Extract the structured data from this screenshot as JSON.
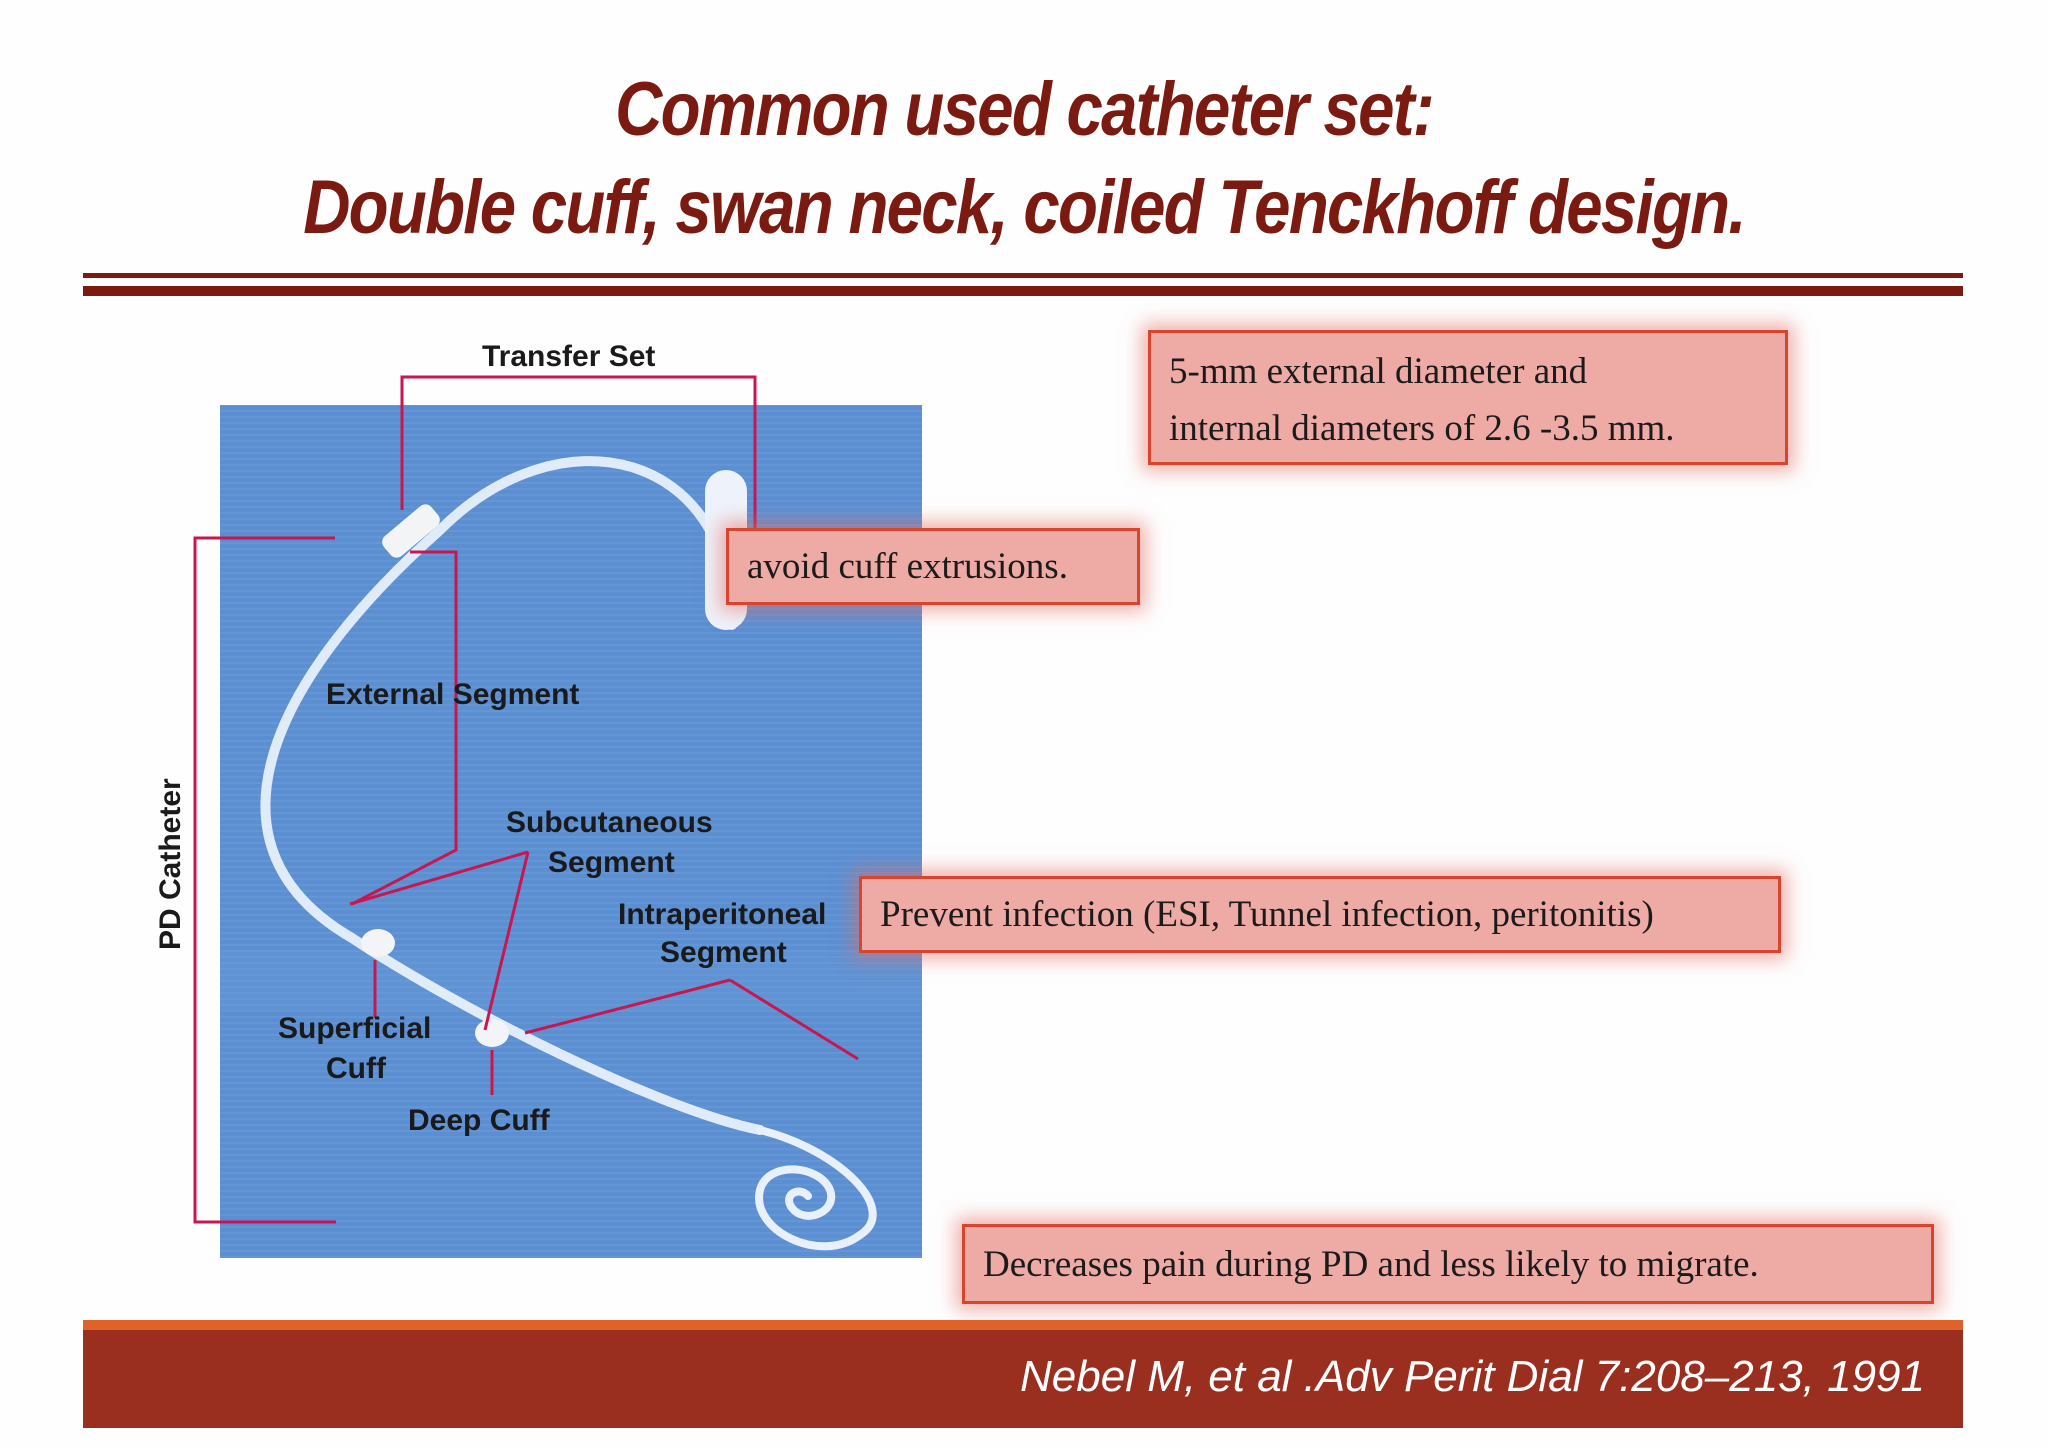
{
  "slide": {
    "title_line1": "Common used catheter set:",
    "title_line2": "Double cuff, swan neck, coiled Tenckhoff design."
  },
  "figure": {
    "labels": {
      "transfer_set": "Transfer Set",
      "pd_catheter": "PD Catheter",
      "external_segment": "External Segment",
      "subcutaneous_line1": "Subcutaneous",
      "subcutaneous_line2": "Segment",
      "intraperitoneal_line1": "Intraperitoneal",
      "intraperitoneal_line2": "Segment",
      "superficial_line1": "Superficial",
      "superficial_line2": "Cuff",
      "deep_cuff": "Deep Cuff"
    }
  },
  "callouts": {
    "diameter_line1": "5-mm external diameter and",
    "diameter_line2": "internal diameters of 2.6 -3.5 mm.",
    "cuff_extrusion": "avoid cuff extrusions.",
    "infection": "Prevent infection (ESI, Tunnel infection, peritonitis)",
    "pain": "Decreases pain during PD and less likely to migrate."
  },
  "footer": {
    "citation": "Nebel M, et al .Adv Perit Dial 7:208–213, 1991"
  },
  "colors": {
    "title": "#7a1a10",
    "callout_fill": "#eeaaa5",
    "callout_border": "#d9442e",
    "footer_bar": "#9a2e1f",
    "leader_lines": "#c8174f",
    "photo_background": "#5a8fd0"
  }
}
